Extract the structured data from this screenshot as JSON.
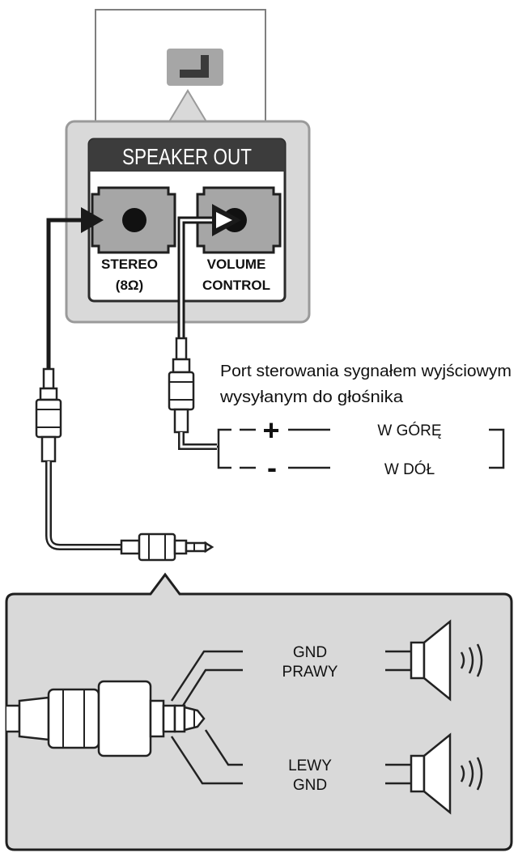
{
  "panel": {
    "header": "SPEAKER OUT",
    "jacks": [
      {
        "line1": "STEREO",
        "line2": "(8Ω)"
      },
      {
        "line1": "VOLUME",
        "line2": "CONTROL"
      }
    ]
  },
  "volume_port": {
    "caption_line1": "Port sterowania sygnałem wyjściowym",
    "caption_line2": "wysyłanym do głośnika",
    "plus_symbol": "+",
    "minus_symbol": "-",
    "up_label": "W GÓRĘ",
    "down_label": "W DÓŁ"
  },
  "plug_detail": {
    "top_gnd": "GND",
    "right": "PRAWY",
    "left": "LEWY",
    "bottom_gnd": "GND"
  }
}
